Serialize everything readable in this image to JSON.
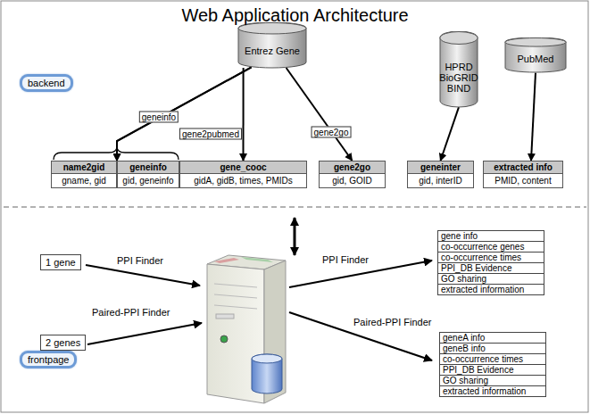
{
  "diagram": {
    "title": "Web Application Architecture",
    "nodes": [
      {
        "text": [
          "backend"
        ]
      },
      {
        "text": [
          "Entrez Gene"
        ]
      },
      {
        "text": [
          "HPRD BioGRID BIND"
        ]
      },
      {
        "text": [
          "PubMed"
        ]
      },
      {
        "text": [
          "name2gid",
          "gname, gid"
        ]
      },
      {
        "text": [
          "geneinfo",
          "gid, geneinfo"
        ]
      },
      {
        "text": [
          "gene_cooc",
          "gidA, gidB, times, PMIDs"
        ]
      },
      {
        "text": [
          "gene2go",
          "gid, GOID"
        ]
      },
      {
        "text": [
          "geneinter",
          "gid, interID"
        ]
      },
      {
        "text": [
          "extracted info",
          "PMID, content"
        ]
      },
      {
        "text": [
          "frontpage"
        ]
      },
      {
        "text": [
          "1 gene"
        ]
      },
      {
        "text": [
          "2 genes"
        ]
      },
      {
        "text": [
          "gene info",
          "co-occurrence genes",
          "co-occurrence times",
          "PPI_DB Evidence",
          "GO sharing",
          "extracted information"
        ]
      },
      {
        "text": [
          "geneA info",
          "geneB info",
          "co-occurrence times",
          "PPI_DB Evidence",
          "GO sharing",
          "extracted information"
        ]
      }
    ],
    "edges": [
      {
        "from": 1,
        "to": 4,
        "arrow": "to",
        "label": "geneinfo"
      },
      {
        "from": 1,
        "to": 5,
        "arrow": "to"
      },
      {
        "from": 1,
        "to": 6,
        "arrow": "to",
        "label": "gene2pubmed"
      },
      {
        "from": 1,
        "to": 7,
        "arrow": "to",
        "label": "gene2go"
      },
      {
        "from": 2,
        "to": 8,
        "arrow": "to"
      },
      {
        "from": 3,
        "to": 9,
        "arrow": "to"
      }
    ],
    "labels": [
      "PPI Finder",
      "Paired-PPI Finder",
      "PPI Finder",
      "Paired-PPI Finder"
    ]
  }
}
